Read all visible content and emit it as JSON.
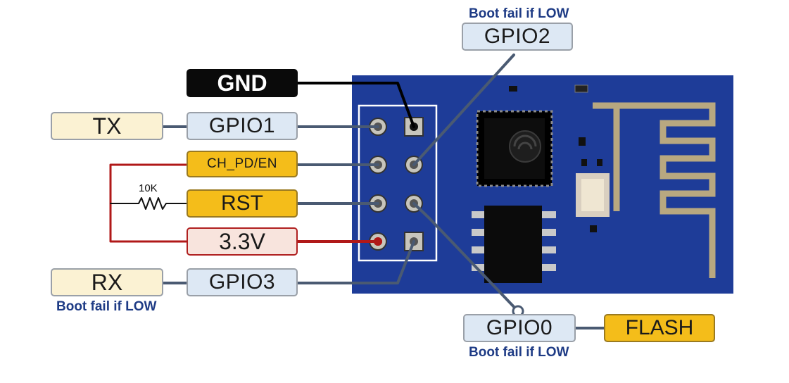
{
  "labels": {
    "gnd": "GND",
    "tx": "TX",
    "gpio1": "GPIO1",
    "ch_pd_en": "CH_PD/EN",
    "rst": "RST",
    "v33": "3.3V",
    "rx": "RX",
    "gpio3": "GPIO3",
    "gpio2": "GPIO2",
    "gpio0": "GPIO0",
    "flash": "FLASH"
  },
  "notes": {
    "gpio2_note": "Boot fail if LOW",
    "gpio3_note": "Boot fail if LOW",
    "gpio0_note": "Boot fail if LOW"
  },
  "resistor_value": "10K",
  "colors": {
    "board": "#1e3c98",
    "wire": "#4a5a72",
    "power": "#b01818",
    "gnd_wire": "#000000",
    "gpio_label": "#dde8f4",
    "cream_label": "#fbf2d3",
    "orange_label": "#f4bd1a",
    "note_text": "#1e3b85"
  }
}
